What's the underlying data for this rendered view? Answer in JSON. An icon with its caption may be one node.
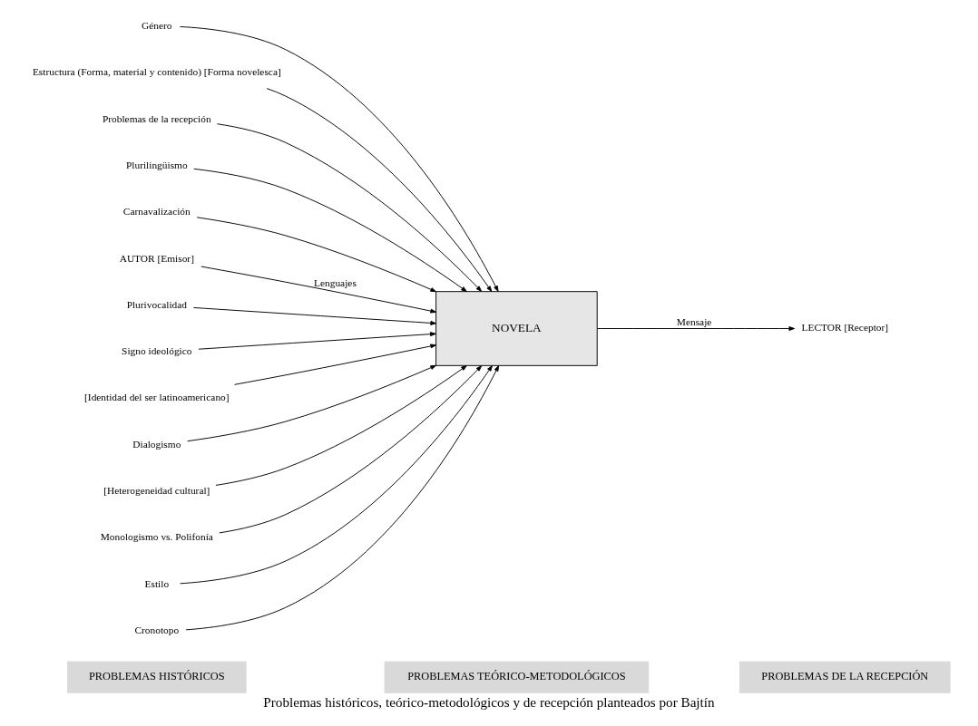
{
  "diagram": {
    "caption": "Problemas históricos, teórico-metodológicos y de recepción planteados por Bajtín",
    "nodes": [
      {
        "text": [
          "PROBLEMAS HISTÓRICOS"
        ]
      },
      {
        "text": [
          "PROBLEMAS TEÓRICO-METODOLÓGICOS"
        ]
      },
      {
        "text": [
          "PROBLEMAS DE LA RECEPCIÓN"
        ]
      },
      {
        "text": [
          "Género"
        ]
      },
      {
        "text": [
          "Estructura (Forma, material y contenido) [Forma novelesca]"
        ]
      },
      {
        "text": [
          "Problemas de la recepción"
        ]
      },
      {
        "text": [
          "Plurilingüismo"
        ]
      },
      {
        "text": [
          "Carnavalización"
        ]
      },
      {
        "text": [
          "AUTOR [Emisor]"
        ]
      },
      {
        "text": [
          "NOVELA"
        ]
      },
      {
        "text": [
          "LECTOR [Receptor]"
        ]
      },
      {
        "text": [
          "Plurivocalidad"
        ]
      },
      {
        "text": [
          "Signo ideológico"
        ]
      },
      {
        "text": [
          "[Identidad del ser latinoamericano]"
        ]
      },
      {
        "text": [
          "Dialogismo"
        ]
      },
      {
        "text": [
          "[Heterogeneidad cultural]"
        ]
      },
      {
        "text": [
          "Monologismo vs. Polifonía"
        ]
      },
      {
        "text": [
          "Estilo"
        ]
      },
      {
        "text": [
          "Cronotopo"
        ]
      }
    ],
    "edges": [
      {
        "from": 3,
        "to": 9,
        "arrow": "to"
      },
      {
        "from": 4,
        "to": 9,
        "arrow": "to"
      },
      {
        "from": 5,
        "to": 9,
        "arrow": "to"
      },
      {
        "from": 6,
        "to": 9,
        "arrow": "to"
      },
      {
        "from": 7,
        "to": 9,
        "arrow": "to"
      },
      {
        "from": 8,
        "to": 9,
        "arrow": "to",
        "label": "Lenguajes"
      },
      {
        "from": 9,
        "to": 10,
        "arrow": "to",
        "label": "Mensaje"
      },
      {
        "from": 11,
        "to": 9,
        "arrow": "to"
      },
      {
        "from": 12,
        "to": 9,
        "arrow": "to"
      },
      {
        "from": 13,
        "to": 9,
        "arrow": "to"
      },
      {
        "from": 14,
        "to": 9,
        "arrow": "to"
      },
      {
        "from": 15,
        "to": 9,
        "arrow": "to"
      },
      {
        "from": 16,
        "to": 9,
        "arrow": "to"
      },
      {
        "from": 17,
        "to": 9,
        "arrow": "to"
      },
      {
        "from": 18,
        "to": 9,
        "arrow": "to"
      }
    ]
  }
}
